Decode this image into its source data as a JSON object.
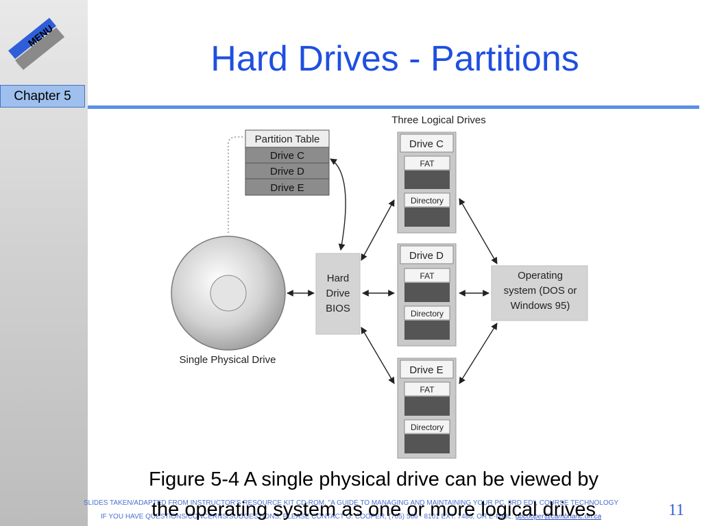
{
  "slide": {
    "title": "Hard Drives - Partitions",
    "menu_label": "MENU",
    "chapter_label": "Chapter 5",
    "slide_number": "11"
  },
  "figure": {
    "heading": "Three Logical Drives",
    "partition_table": {
      "header": "Partition Table",
      "rows": [
        "Drive C",
        "Drive D",
        "Drive E"
      ]
    },
    "physical_drive_label": "Single Physical Drive",
    "bios_lines": [
      "Hard",
      "Drive",
      "BIOS"
    ],
    "logical_drives": [
      {
        "label": "Drive C",
        "fat": "FAT",
        "directory": "Directory"
      },
      {
        "label": "Drive D",
        "fat": "FAT",
        "directory": "Directory"
      },
      {
        "label": "Drive E",
        "fat": "FAT",
        "directory": "Directory"
      }
    ],
    "os_lines": [
      "Operating",
      "system (DOS or",
      "Windows 95)"
    ]
  },
  "caption": {
    "line1": "Figure 5-4  A single physical drive can be viewed by",
    "line2": "the operating system as one or more logical drives"
  },
  "footer": {
    "line1": "SLIDES TAKEN/ADAPTED FROM INSTRUCTOR'S RESOURCE KIT CD-ROM, \"A GUIDE TO MANAGING AND MAINTAINING YOUR PC, 3RD ED\", COURSE TECHNOLOGY",
    "line2_text": "IF YOU HAVE QUESTIONS/CONCERNS/SUGGESTIONS, PLEASE CONTACT G. COOPER, (705) 566 - 8101 EXT. 7486, OR E-MAIL: ",
    "email": "gbcooper@cambrianc.on.ca"
  },
  "colors": {
    "title_blue": "#1f4fe0",
    "rule_blue": "#5b8fe6",
    "chapter_tab": "#9fc0ee",
    "menu_blue": "#2f5fd8"
  }
}
